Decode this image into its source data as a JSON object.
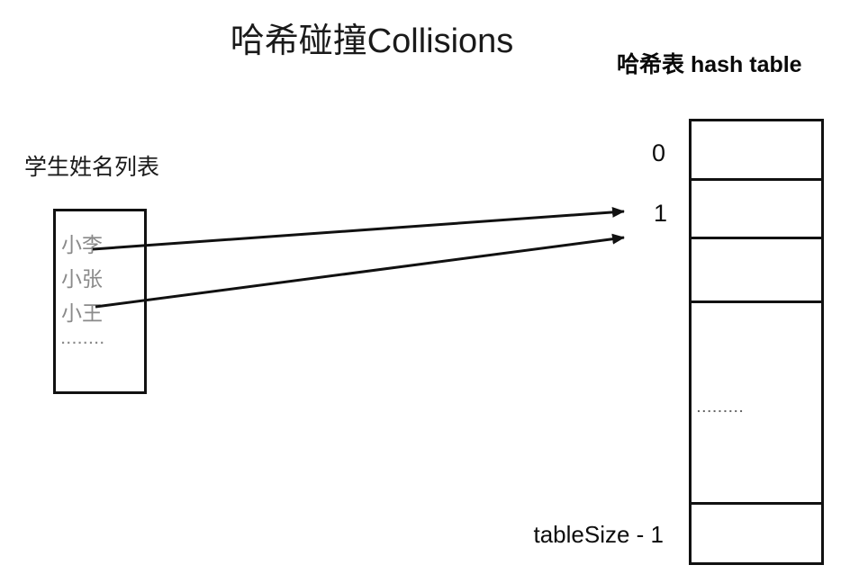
{
  "title": "哈希碰撞Collisions",
  "student_list": {
    "label": "学生姓名列表",
    "items": [
      "小李",
      "小张",
      "小王"
    ],
    "ellipsis": "........"
  },
  "hash_table": {
    "label": "哈希表 hash table",
    "index_zero": "0",
    "index_one": "1",
    "index_last": "tableSize - 1",
    "ellipsis": "........."
  },
  "arrows": [
    {
      "from": "小李",
      "to_index": "1"
    },
    {
      "from": "小王",
      "to_index": "1"
    }
  ],
  "colors": {
    "background": "#ffffff",
    "ink": "#111111",
    "muted_text": "#8a8a8a",
    "table_dots": "#666666"
  }
}
